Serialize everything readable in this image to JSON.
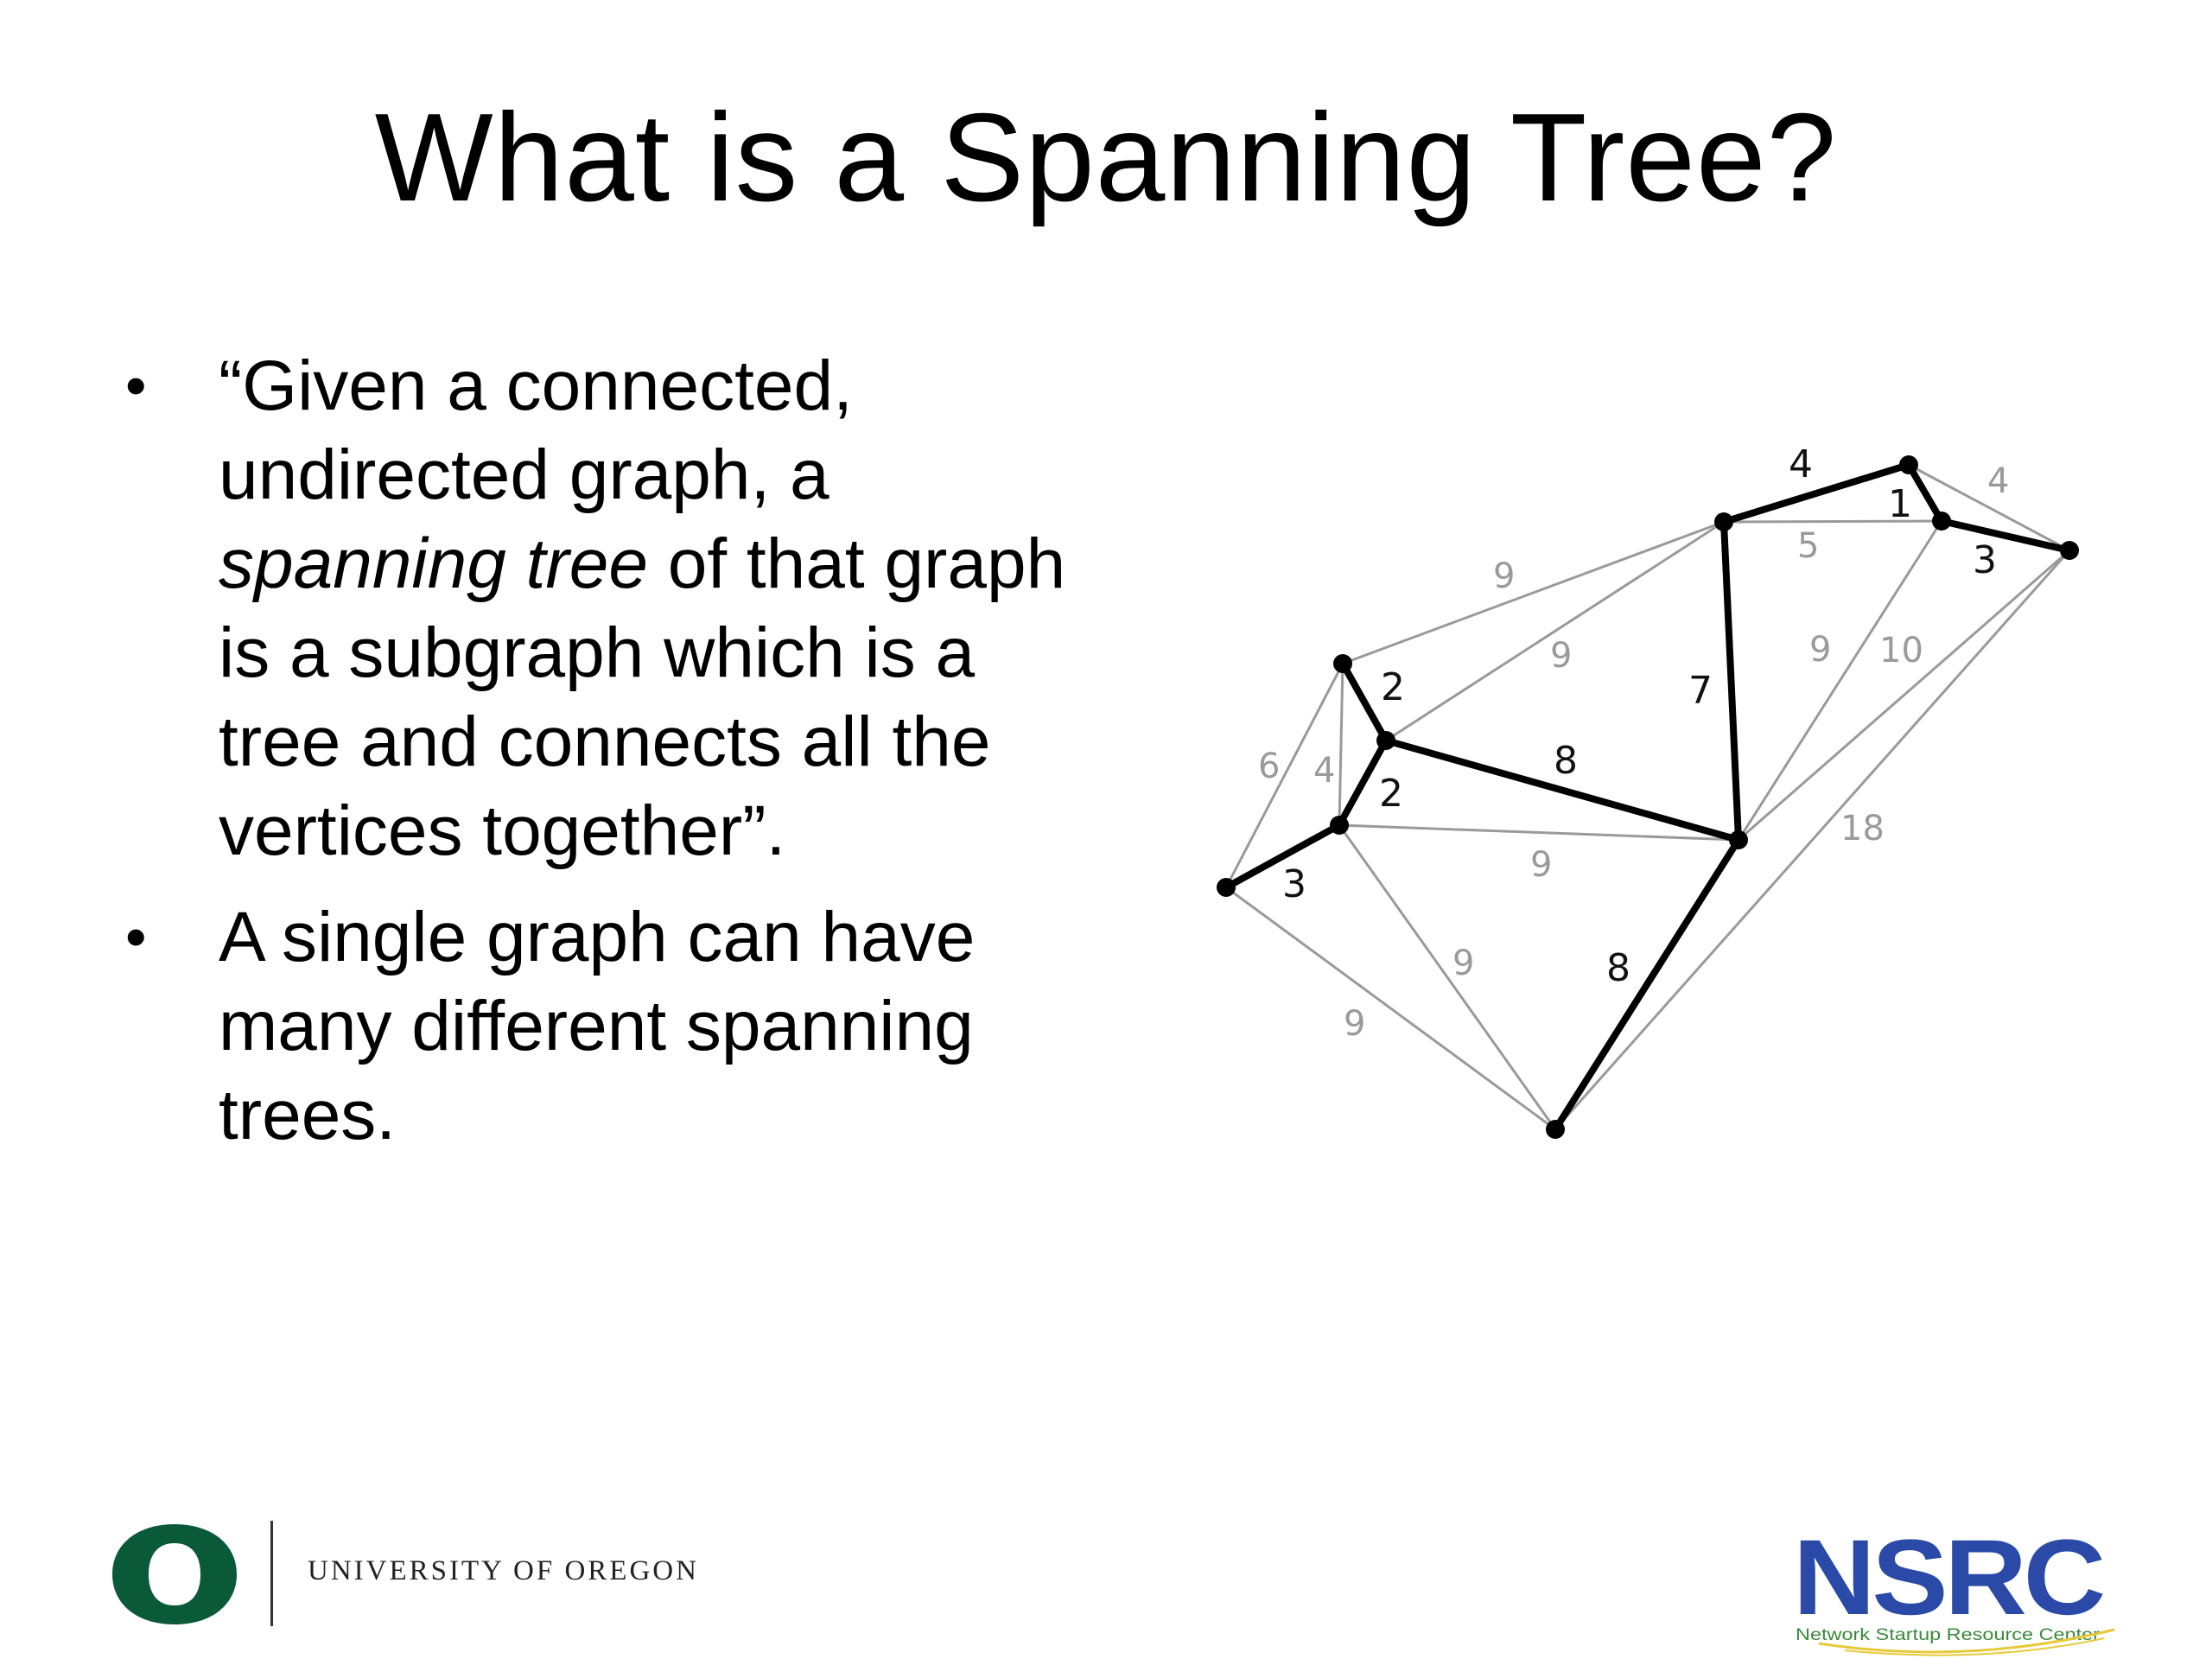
{
  "slide": {
    "title": "What is a Spanning Tree?",
    "bullet_char": "•",
    "bullets": [
      {
        "before_em": "“Given a connected, undirected graph, a ",
        "em": "spanning tree",
        "after_em": " of that graph is a subgraph which is a tree and connects all the vertices together”."
      },
      {
        "text": "A single graph can have many different spanning trees."
      }
    ]
  },
  "graph": {
    "colors": {
      "tree": "#000000",
      "non_tree": "#9a9a9a"
    },
    "edges": [
      {
        "weight": "4",
        "tree": true
      },
      {
        "weight": "1",
        "tree": true
      },
      {
        "weight": "3",
        "tree": true
      },
      {
        "weight": "7",
        "tree": true
      },
      {
        "weight": "2",
        "tree": true
      },
      {
        "weight": "8",
        "tree": true
      },
      {
        "weight": "2",
        "tree": true
      },
      {
        "weight": "3",
        "tree": true
      },
      {
        "weight": "8",
        "tree": true
      },
      {
        "weight": "4",
        "tree": false
      },
      {
        "weight": "5",
        "tree": false
      },
      {
        "weight": "9",
        "tree": false
      },
      {
        "weight": "9",
        "tree": false
      },
      {
        "weight": "9",
        "tree": false
      },
      {
        "weight": "10",
        "tree": false
      },
      {
        "weight": "18",
        "tree": false
      },
      {
        "weight": "6",
        "tree": false
      },
      {
        "weight": "4",
        "tree": false
      },
      {
        "weight": "9",
        "tree": false
      },
      {
        "weight": "9",
        "tree": false
      },
      {
        "weight": "9",
        "tree": false
      }
    ]
  },
  "footer": {
    "university": "UNIVERSITY OF OREGON",
    "university_color": "#0a5a3a",
    "nsrc_wordmark": "NSRC",
    "nsrc_tagline": "Network Startup Resource Center",
    "nsrc_color": "#2b4aa8",
    "nsrc_tagline_color": "#3a8a3a"
  }
}
